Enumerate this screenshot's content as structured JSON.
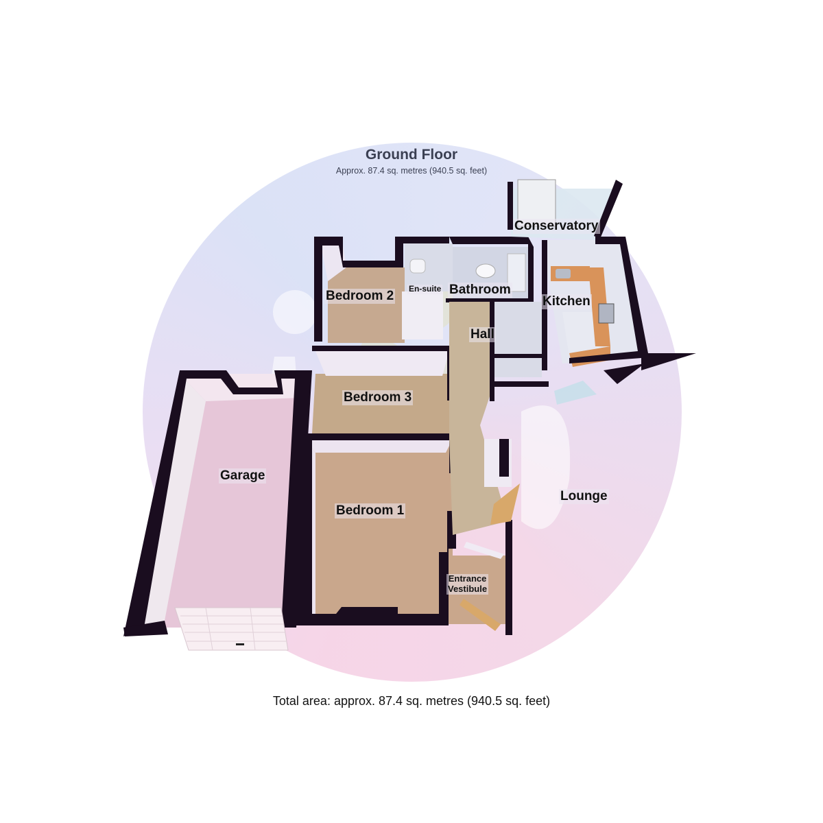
{
  "floor": {
    "title": "Ground Floor",
    "subtitle": "Approx. 87.4 sq. metres (940.5 sq. feet)"
  },
  "footer": {
    "total_area": "Total area: approx. 87.4 sq. metres (940.5 sq. feet)"
  },
  "rooms": {
    "conservatory": "Conservatory",
    "bedroom2": "Bedroom 2",
    "ensuite": "En-suite",
    "bathroom": "Bathroom",
    "kitchen": "Kitchen",
    "hall": "Hall",
    "bedroom3": "Bedroom 3",
    "garage": "Garage",
    "bedroom1": "Bedroom 1",
    "lounge": "Lounge",
    "entrance_line1": "Entrance",
    "entrance_line2": "Vestibule"
  },
  "colors": {
    "wall": "#1a0d1f",
    "carpet": "#c8a98f",
    "garage_floor": "#e3c2d6",
    "tile_floor": "#d8dbe8",
    "worktop": "#d9935a",
    "wall_face": "#e6e2ef",
    "watermark_pink": "#f6d3e6",
    "watermark_blue": "#d9e0f6"
  }
}
